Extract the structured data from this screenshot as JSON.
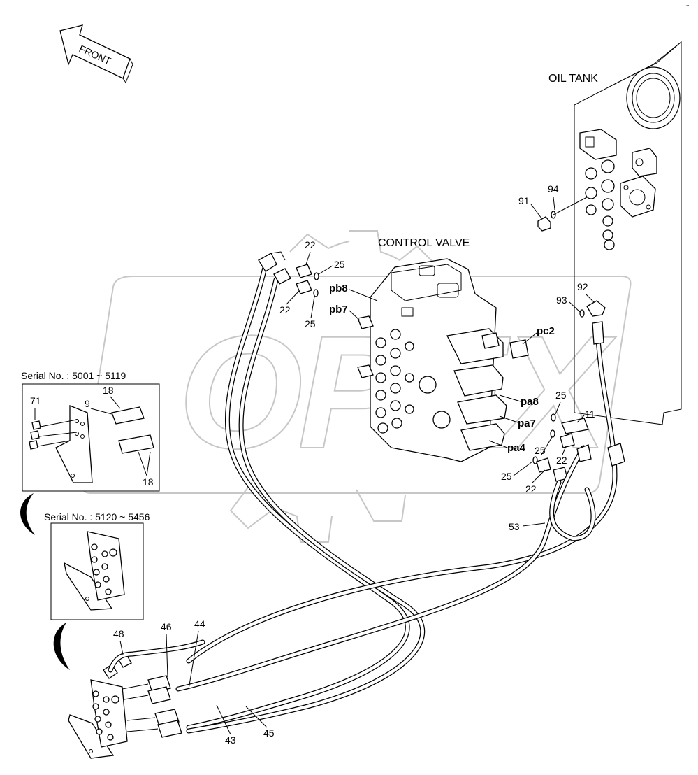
{
  "front_arrow": {
    "label": "FRONT"
  },
  "titles": {
    "oil_tank": "OIL TANK",
    "control_valve": "CONTROL VALVE",
    "watermark": "OPEX"
  },
  "insets": {
    "serial_a": "Serial No. : 5001 ~ 5119",
    "serial_b": "Serial No. : 5120 ~ 5456"
  },
  "ports": {
    "pb8": "pb8",
    "pb7": "pb7",
    "pc2": "pc2",
    "pa8": "pa8",
    "pa7": "pa7",
    "pa4": "pa4"
  },
  "callouts": {
    "c91": "91",
    "c94": "94",
    "c92": "92",
    "c93": "93",
    "c22a": "22",
    "c22b": "22",
    "c22c": "22",
    "c22d": "22",
    "c25a": "25",
    "c25b": "25",
    "c25c": "25",
    "c25d": "25",
    "c25e": "25",
    "c11": "11",
    "c53": "53",
    "c71": "71",
    "c9": "9",
    "c18a": "18",
    "c18b": "18",
    "c48": "48",
    "c46": "46",
    "c44": "44",
    "c43": "43",
    "c45": "45"
  }
}
